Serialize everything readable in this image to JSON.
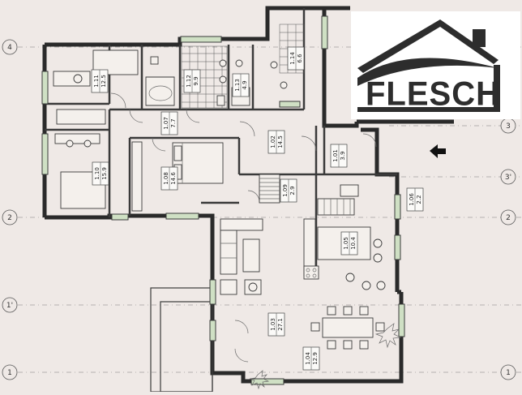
{
  "logo": {
    "text": "FLESCH",
    "icon": "house-roof-icon"
  },
  "axes": {
    "left": [
      "4",
      "2",
      "1'",
      "1"
    ],
    "right": [
      "3",
      "3'",
      "2",
      "1"
    ]
  },
  "rooms": [
    {
      "id": "1.11",
      "area": "12.5"
    },
    {
      "id": "1.12",
      "area": "9.9"
    },
    {
      "id": "1.13",
      "area": "4.9"
    },
    {
      "id": "1.14",
      "area": "6.6"
    },
    {
      "id": "1.07",
      "area": "7.7"
    },
    {
      "id": "1.02",
      "area": "14.5"
    },
    {
      "id": "1.01",
      "area": "3.9"
    },
    {
      "id": "1.10",
      "area": "15.9"
    },
    {
      "id": "1.08",
      "area": "14.6"
    },
    {
      "id": "1.09",
      "area": "2.9"
    },
    {
      "id": "1.06",
      "area": "2.2"
    },
    {
      "id": "1.05",
      "area": "10.4"
    },
    {
      "id": "1.03",
      "area": "27.1"
    },
    {
      "id": "1.04",
      "area": "12.9"
    }
  ],
  "colors": {
    "paper": "#efe9e6",
    "wall": "#2a2a2a",
    "plant": "#cfe0c4"
  },
  "icons": [
    "entrance-arrow-icon",
    "plant-icon",
    "stair-icon"
  ]
}
